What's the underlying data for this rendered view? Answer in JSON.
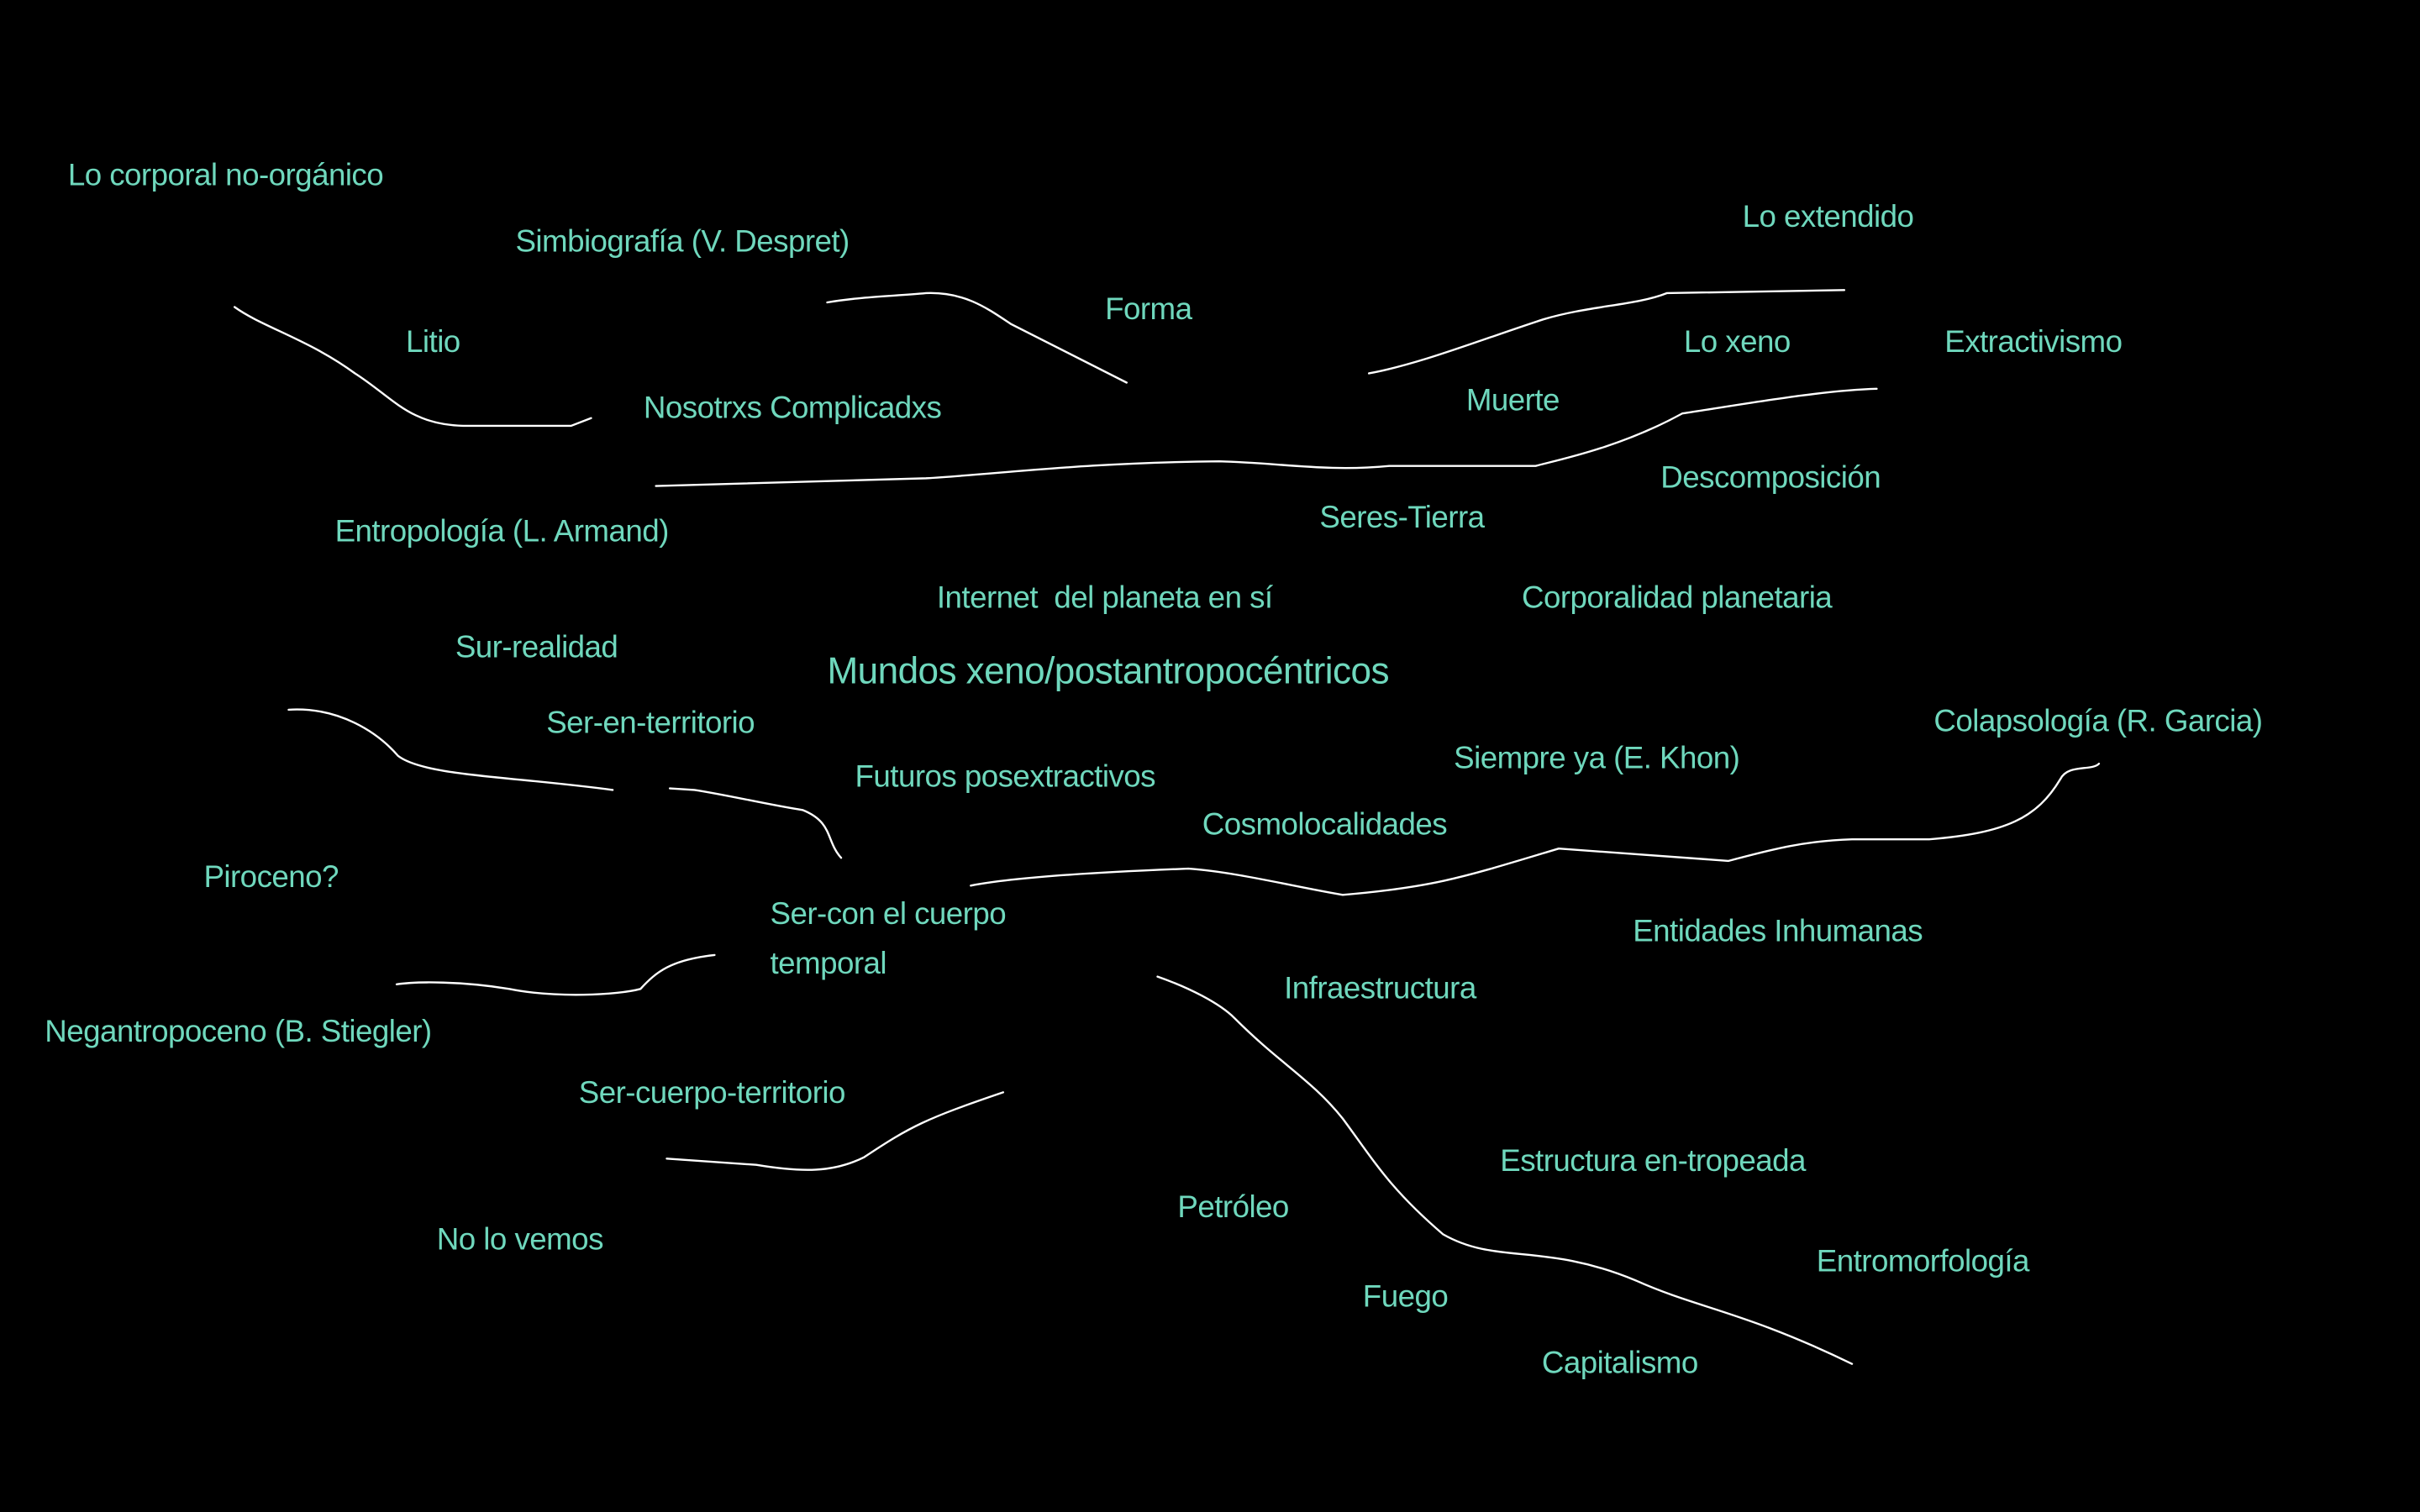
{
  "central_topic": "Mundos xeno/postantropocéntricos",
  "concepts": {
    "lo_corporal": "Lo corporal no-orgánico",
    "simbiografia": "Simbiografía (V. Despret)",
    "lo_extendido": "Lo extendido",
    "forma": "Forma",
    "litio": "Litio",
    "lo_xeno": "Lo xeno",
    "extractivismo": "Extractivismo",
    "nosotrxs": "Nosotrxs Complicadxs",
    "muerte": "Muerte",
    "descomposicion": "Descomposición",
    "seres_tierra": "Seres-Tierra",
    "entropologia": "Entropología (L. Armand)",
    "internet": "Internet  del planeta en sí",
    "corporalidad": "Corporalidad planetaria",
    "sur_realidad": "Sur-realidad",
    "ser_en_territorio": "Ser-en-territorio",
    "colapsologia": "Colapsología (R. Garcia)",
    "siempre_ya": "Siempre ya (E. Khon)",
    "futuros": "Futuros posextractivos",
    "cosmolocalidades": "Cosmolocalidades",
    "piroceno": "Piroceno?",
    "ser_con_1": "Ser-con el cuerpo",
    "ser_con_2": "temporal",
    "entidades": "Entidades Inhumanas",
    "infraestructura": "Infraestructura",
    "negantropoceno": "Negantropoceno (B. Stiegler)",
    "ser_cuerpo_territorio": "Ser-cuerpo-territorio",
    "estructura": "Estructura en-tropeada",
    "petroleo": "Petróleo",
    "no_lo_vemos": "No lo vemos",
    "entromorfologia": "Entromorfología",
    "fuego": "Fuego",
    "capitalismo": "Capitalismo"
  },
  "colors": {
    "text": "#6fd8bd",
    "background": "#000000",
    "lines": "#ffffff"
  }
}
